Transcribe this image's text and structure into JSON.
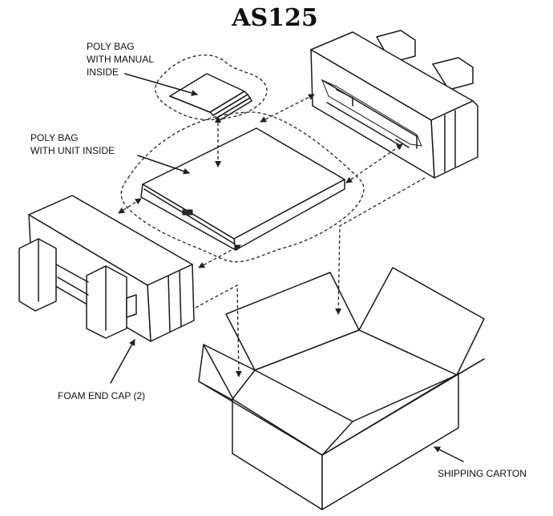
{
  "title": "AS125",
  "labels": {
    "manual_bag": [
      "POLY BAG",
      "WITH MANUAL",
      "INSIDE"
    ],
    "unit_bag": [
      "POLY BAG",
      "WITH UNIT INSIDE"
    ],
    "end_cap": "FOAM END CAP (2)",
    "carton": "SHIPPING CARTON"
  }
}
